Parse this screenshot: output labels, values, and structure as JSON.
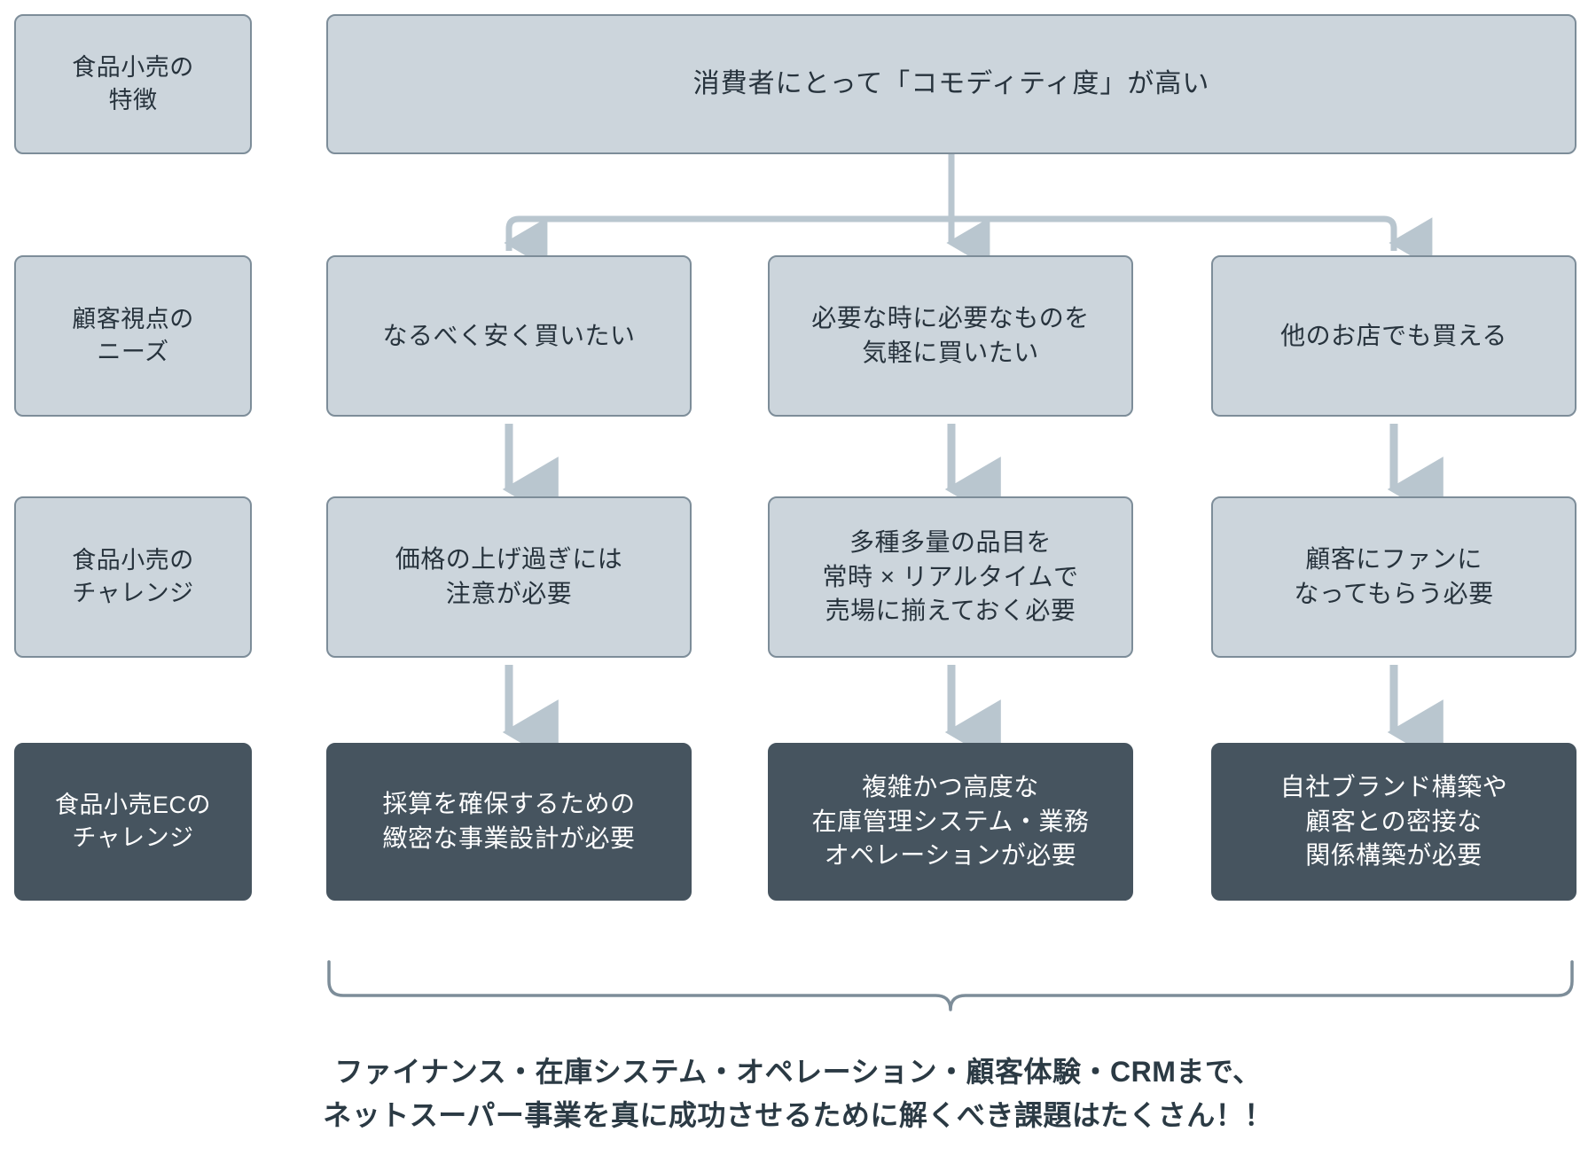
{
  "diagram": {
    "title_banner": {
      "text": "消費者にとって「コモディティ度」が高い"
    },
    "row_labels": [
      {
        "id": "features",
        "text": "食品小売の\n特徴"
      },
      {
        "id": "customer-needs",
        "text": "顧客視点の\nニーズ"
      },
      {
        "id": "retail-challenge",
        "text": "食品小売の\nチャレンジ"
      },
      {
        "id": "ec-challenge",
        "text": "食品小売ECの\nチャレンジ"
      }
    ],
    "needs_row": [
      {
        "id": "cheap",
        "text": "なるべく安く買いたい"
      },
      {
        "id": "convenient",
        "text": "必要な時に必要なものを\n気軽に買いたい"
      },
      {
        "id": "substitutable",
        "text": "他のお店でも買える"
      }
    ],
    "challenge_row": [
      {
        "id": "pricing",
        "text": "価格の上げ過ぎには\n注意が必要"
      },
      {
        "id": "assortment",
        "text": "多種多量の品目を\n常時 × リアルタイムで\n売場に揃えておく必要"
      },
      {
        "id": "loyalty",
        "text": "顧客にファンに\nなってもらう必要"
      }
    ],
    "ec_challenge_row": [
      {
        "id": "finance",
        "text": "採算を確保するための\n緻密な事業設計が必要"
      },
      {
        "id": "operations",
        "text": "複雑かつ高度な\n在庫管理システム・業務\nオペレーションが必要"
      },
      {
        "id": "branding",
        "text": "自社ブランド構築や\n顧客との密接な\n関係構築が必要"
      }
    ],
    "conclusion": {
      "text": "ファイナンス・在庫システム・オペレーション・顧客体験・CRMまで、\nネットスーパー事業を真に成功させるために解くべき課題はたくさん！！"
    },
    "colors": {
      "light_fill": "#ccd5dc",
      "light_border": "#7d8d99",
      "dark_fill": "#46545f",
      "connector": "#b9c6cf",
      "brace": "#7d8d99",
      "text_dark": "#27333d",
      "text_light": "#ffffff"
    }
  }
}
